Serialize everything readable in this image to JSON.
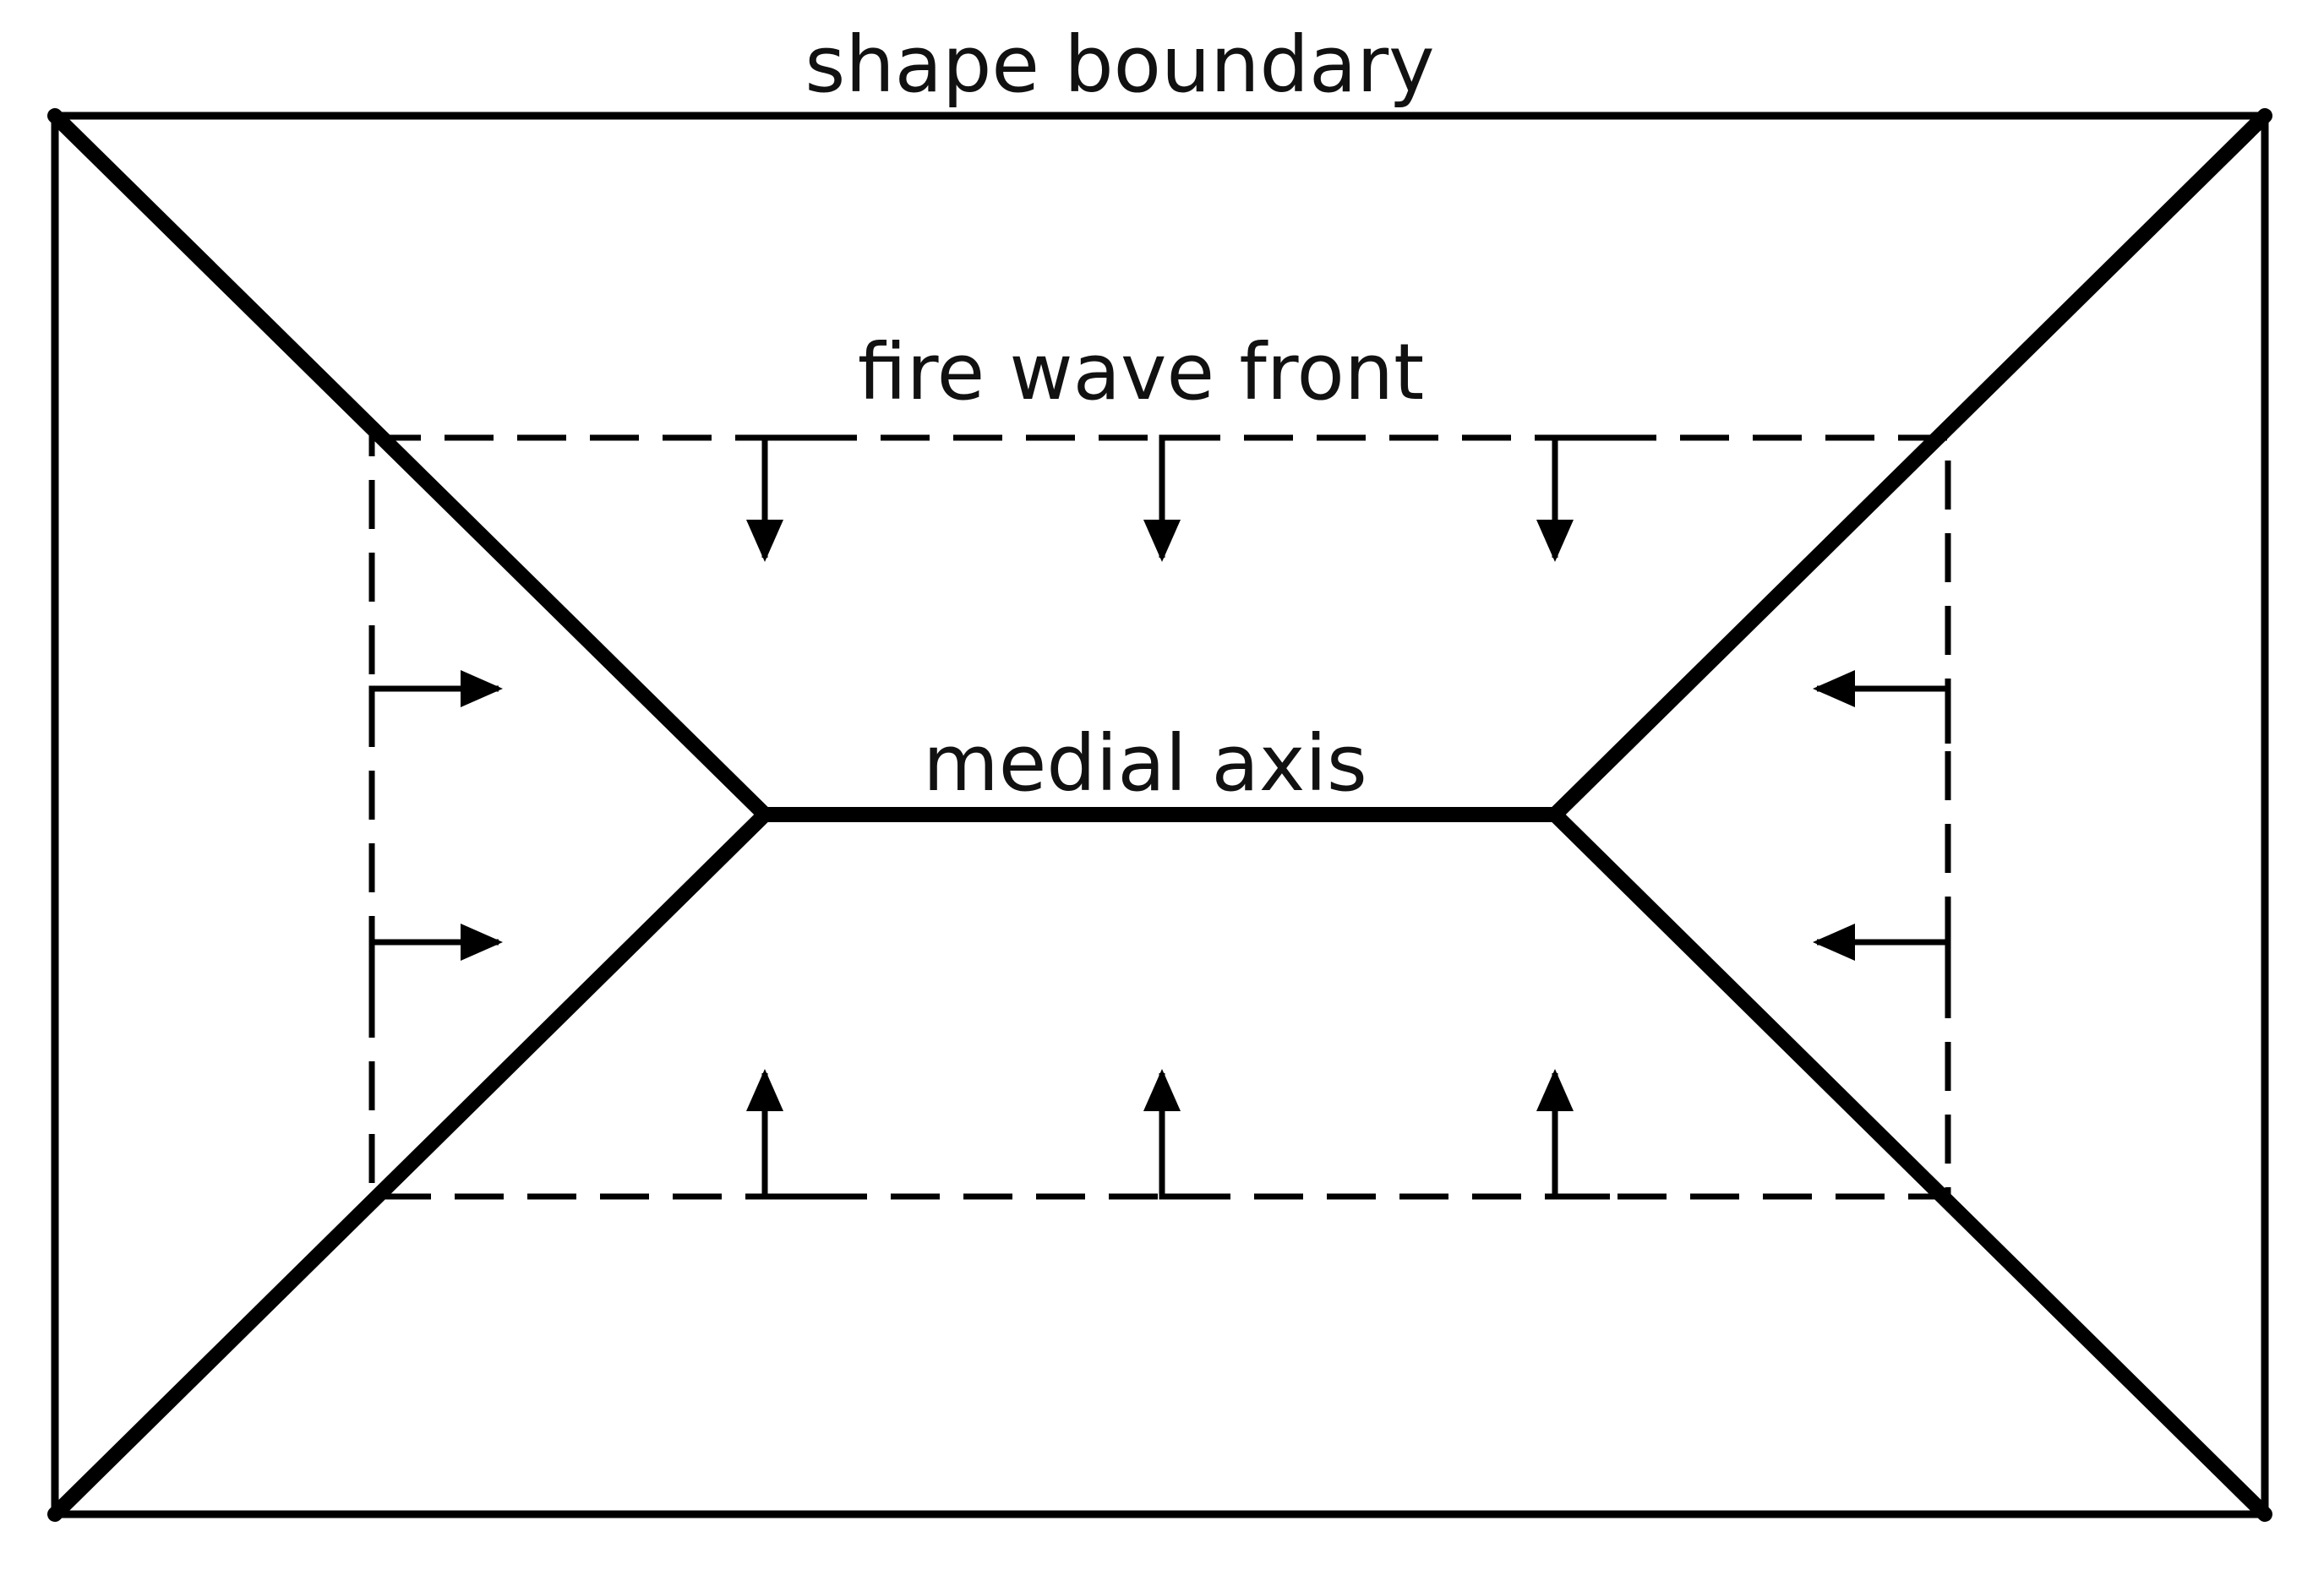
{
  "labels": {
    "shape_boundary": "shape boundary",
    "fire_wave_front": "fire wave front",
    "medial_axis": "medial axis"
  },
  "colors": {
    "stroke": "#000000",
    "background": "#ffffff"
  }
}
